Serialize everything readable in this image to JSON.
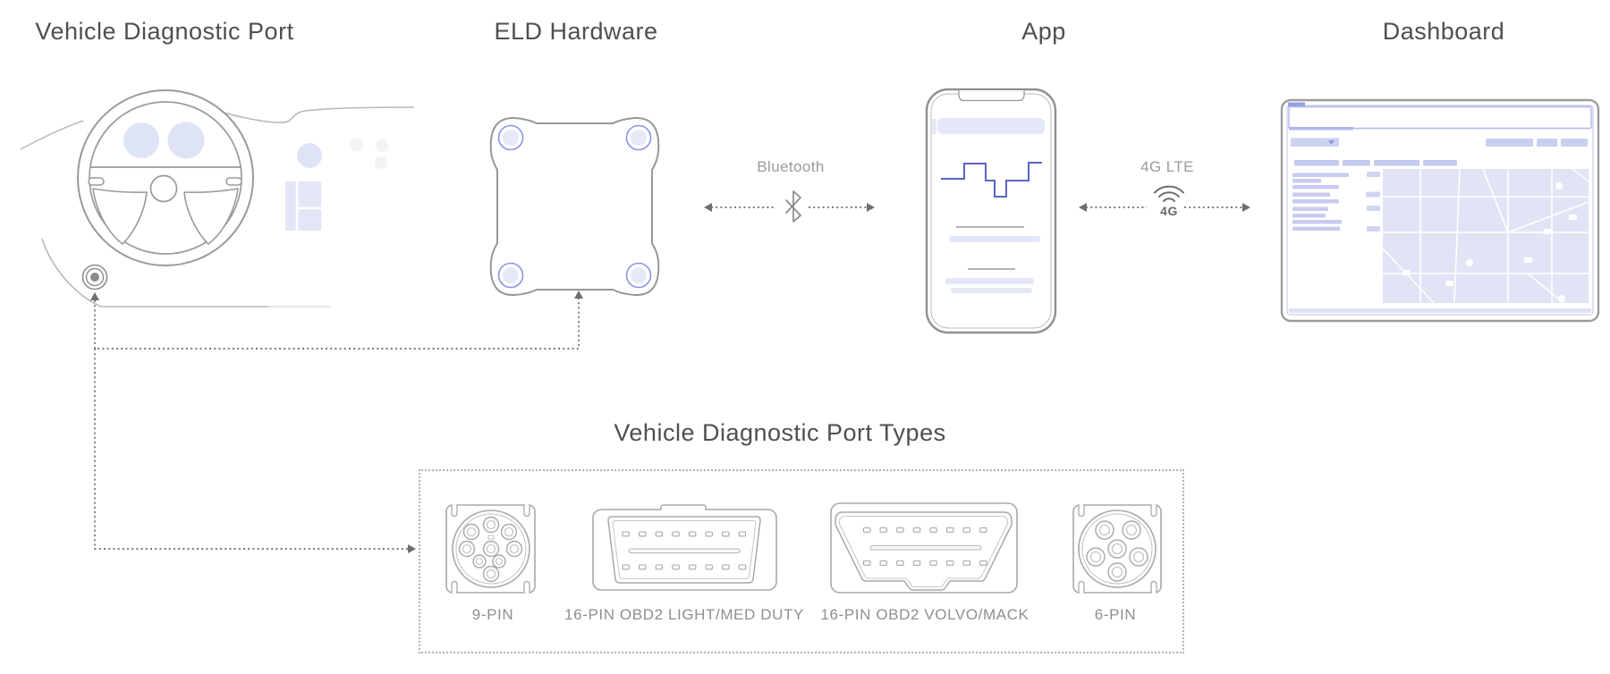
{
  "sections": {
    "vehicle_port": {
      "title": "Vehicle Diagnostic Port"
    },
    "eld_hardware": {
      "title": "ELD Hardware"
    },
    "app": {
      "title": "App"
    },
    "dashboard": {
      "title": "Dashboard"
    }
  },
  "connections": {
    "bluetooth": {
      "label": "Bluetooth",
      "icon": "bluetooth-icon"
    },
    "lte": {
      "label": "4G LTE",
      "icon": "4g-signal-icon",
      "icon_text": "4G"
    }
  },
  "port_types": {
    "title": "Vehicle Diagnostic Port Types",
    "items": [
      {
        "label": "9-PIN"
      },
      {
        "label": "16-PIN OBD2 LIGHT/MED DUTY"
      },
      {
        "label": "16-PIN OBD2 VOLVO/MACK"
      },
      {
        "label": "6-PIN"
      }
    ]
  },
  "colors": {
    "accent_purple_fill": "#dfe3f6",
    "accent_purple_ring": "#8b93e4",
    "chart_line_blue": "#5864c8",
    "outline_gray": "#9a9a9a",
    "label_gray": "#9b9b9b",
    "title_gray": "#4f4f4f"
  }
}
